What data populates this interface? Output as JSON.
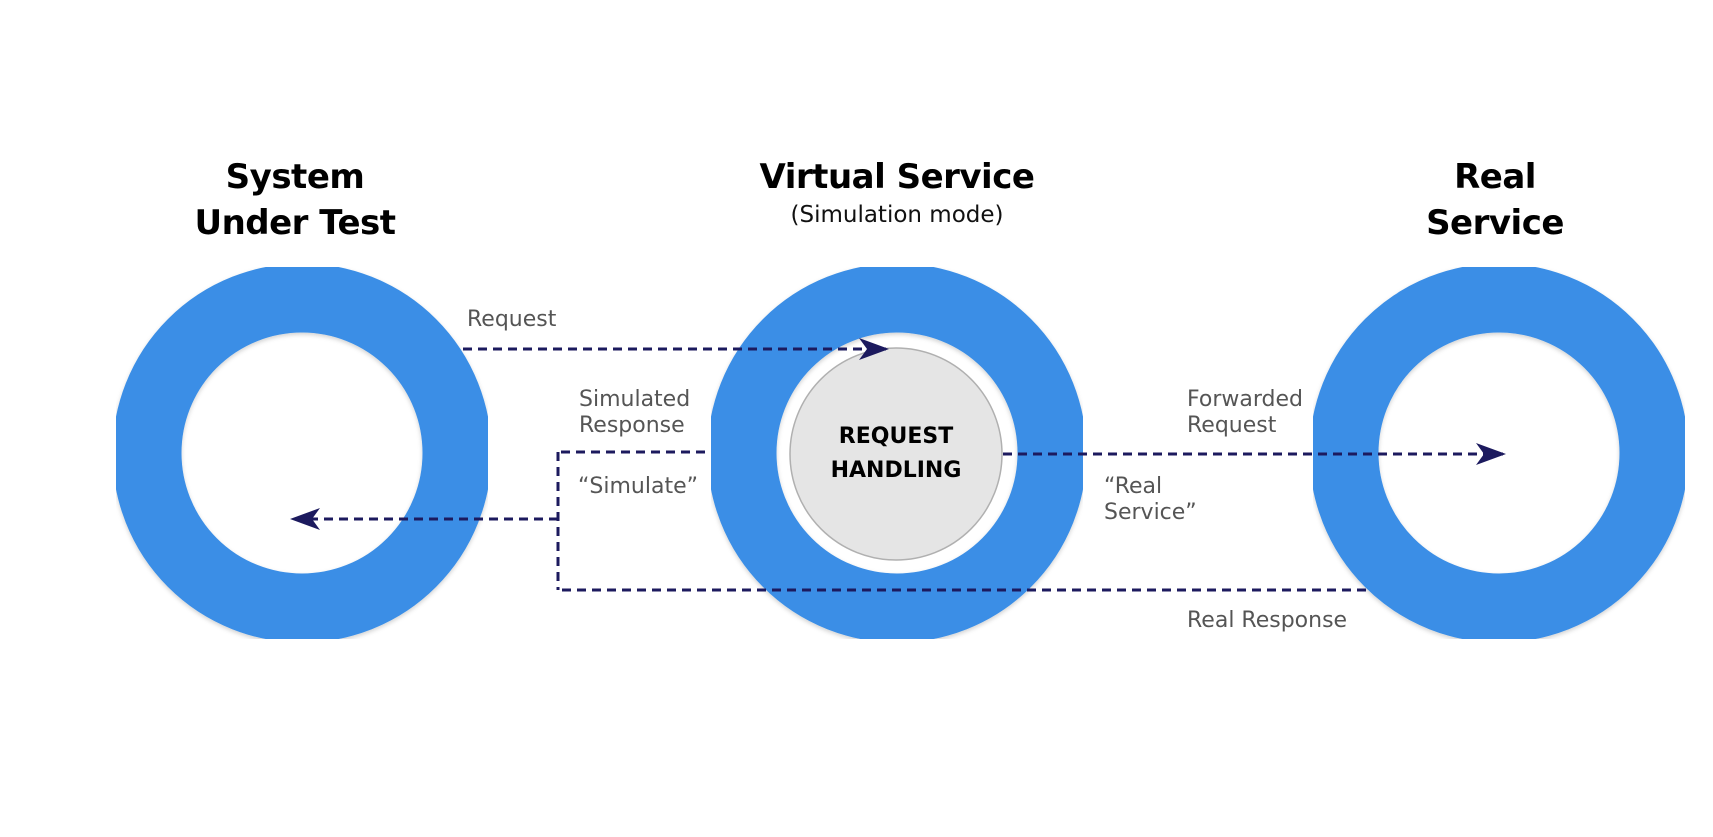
{
  "nodes": {
    "system_under_test": {
      "title_line1": "System",
      "title_line2": "Under Test"
    },
    "virtual_service": {
      "title": "Virtual Service",
      "subtitle": "(Simulation mode)",
      "hub_line1": "REQUEST",
      "hub_line2": "HANDLING"
    },
    "real_service": {
      "title_line1": "Real",
      "title_line2": "Service"
    }
  },
  "flows": {
    "request": "Request",
    "simulated_response_1": "Simulated",
    "simulated_response_2": "Response",
    "simulate": "“Simulate”",
    "forwarded_request_1": "Forwarded",
    "forwarded_request_2": "Request",
    "real_service_1": "“Real",
    "real_service_2": "Service”",
    "real_response": "Real Response"
  },
  "colors": {
    "ring": "#3a8ee6",
    "hub_fill": "#e5e5e5",
    "hub_stroke": "#b0b0b0",
    "arrow": "#1c1a5e"
  }
}
